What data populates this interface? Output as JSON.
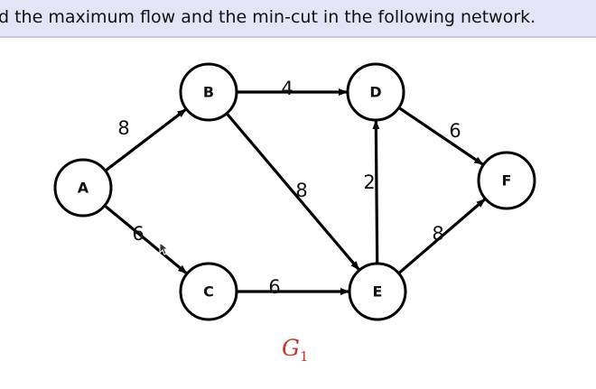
{
  "header": {
    "question": "d the maximum flow and the min-cut in the following network."
  },
  "graph": {
    "name": "G",
    "name_subscript": "1",
    "name_color": "#c0392b",
    "nodes": [
      "A",
      "B",
      "C",
      "D",
      "E",
      "F"
    ],
    "edges": [
      {
        "from": "A",
        "to": "B",
        "capacity": "8"
      },
      {
        "from": "A",
        "to": "C",
        "capacity": "6"
      },
      {
        "from": "B",
        "to": "D",
        "capacity": "4"
      },
      {
        "from": "B",
        "to": "E",
        "capacity": "8"
      },
      {
        "from": "C",
        "to": "E",
        "capacity": "6"
      },
      {
        "from": "E",
        "to": "D",
        "capacity": "2"
      },
      {
        "from": "D",
        "to": "F",
        "capacity": "6"
      },
      {
        "from": "E",
        "to": "F",
        "capacity": "8"
      }
    ]
  },
  "cursor_icon": "mouse-pointer-icon"
}
